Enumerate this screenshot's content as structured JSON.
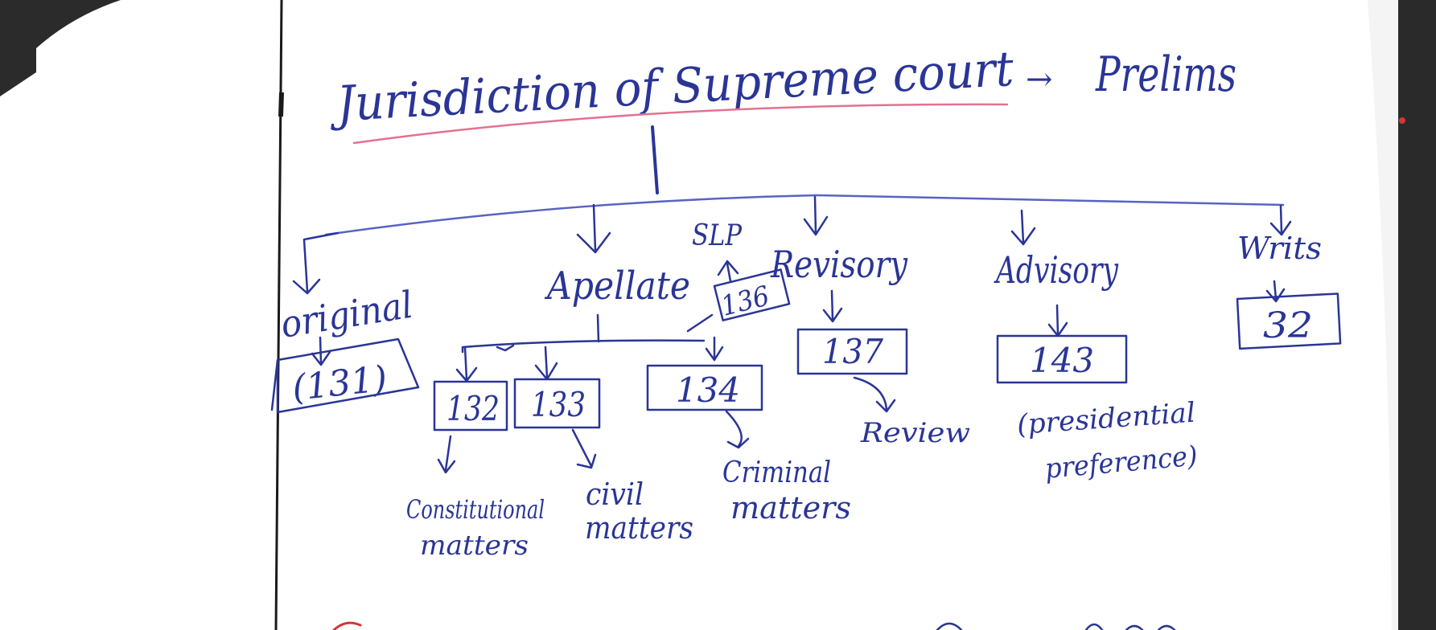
{
  "colors": {
    "ink": "#2a3596",
    "ink_light": "#5963c2",
    "underline": "#e4718f",
    "dark_corner": "#2b2b2b",
    "page_edge": "#1a1a1a",
    "right_strip": "#2a2a2a",
    "accent_dot": "#d43535"
  },
  "title": {
    "text": "Jurisdiction of Supreme court",
    "arrow": "→",
    "suffix": "Prelims"
  },
  "branches": {
    "original": {
      "label": "original",
      "article": "(131)"
    },
    "appellate": {
      "label": "Apellate",
      "articles": [
        "132",
        "133",
        "134"
      ],
      "notes": [
        [
          "Constitutional",
          "matters"
        ],
        [
          "civil",
          "matters"
        ],
        [
          "Criminal",
          "matters"
        ]
      ]
    },
    "slp": {
      "label": "SLP",
      "article": "136"
    },
    "revisory": {
      "label": "Revisory",
      "article": "137",
      "note": "Review"
    },
    "advisory": {
      "label": "Advisory",
      "article": "143",
      "note": [
        "(presidential",
        "preference)"
      ]
    },
    "writs": {
      "label": "Writs",
      "article": "32"
    }
  }
}
